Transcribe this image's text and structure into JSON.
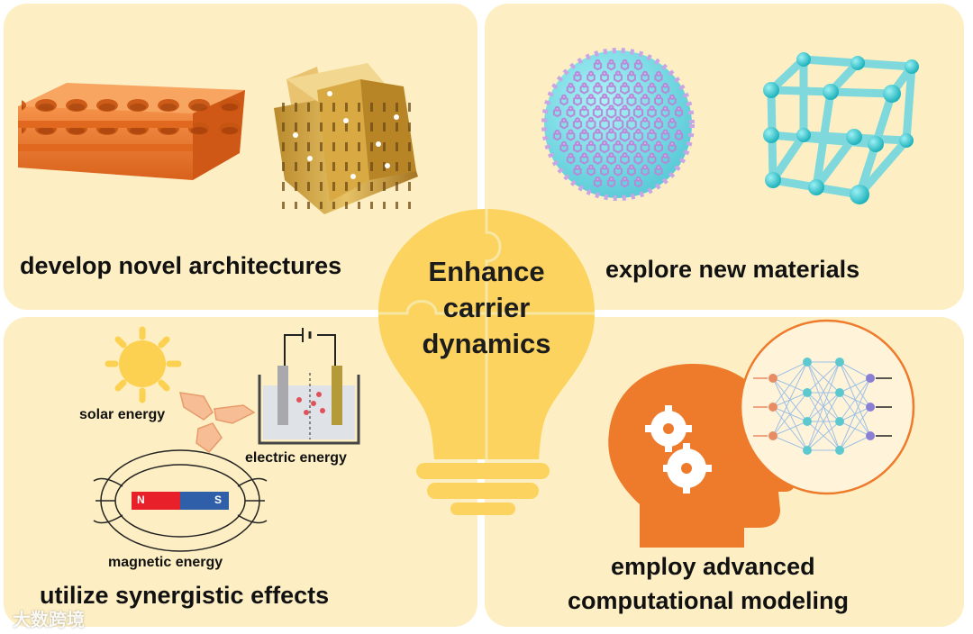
{
  "center": {
    "line1": "Enhance",
    "line2": "carrier",
    "line3": "dynamics"
  },
  "quadrants": {
    "top_left": "develop novel architectures",
    "top_right": "explore new materials",
    "bottom_left": "utilize synergistic effects",
    "bottom_right_line1": "employ advanced",
    "bottom_right_line2": "computational modeling"
  },
  "energy": {
    "solar": "solar energy",
    "electric": "electric energy",
    "magnetic": "magnetic energy",
    "north": "N",
    "south": "S"
  },
  "watermark": "大数跨境",
  "colors": {
    "panel": "#fdefc3",
    "bulb": "#fbd35e",
    "orange": "#ee7a2b",
    "cyan": "#78dbe3",
    "violet": "#c9a5e6"
  }
}
